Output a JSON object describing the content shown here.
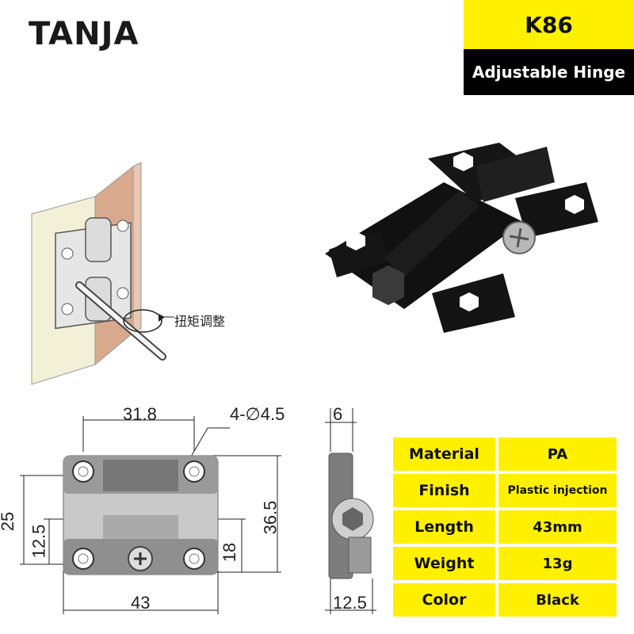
{
  "brand": "TANJA",
  "product": {
    "code": "K86",
    "name": "Adjustable Hinge"
  },
  "annotation": "扭矩调整",
  "dimensions": {
    "top_width": "31.8",
    "hole": "4-∅4.5",
    "side_thickness": "6",
    "height_total": "36.5",
    "height_25": "25",
    "height_12_5": "12.5",
    "height_18": "18",
    "width": "43",
    "side_width": "12.5"
  },
  "specs": [
    {
      "label": "Material",
      "value": "PA"
    },
    {
      "label": "Finish",
      "value": "Plastic injection"
    },
    {
      "label": "Length",
      "value": "43mm"
    },
    {
      "label": "Weight",
      "value": "13g"
    },
    {
      "label": "Color",
      "value": "Black"
    }
  ],
  "colors": {
    "accent_yellow": "#fff000",
    "black": "#000000"
  }
}
